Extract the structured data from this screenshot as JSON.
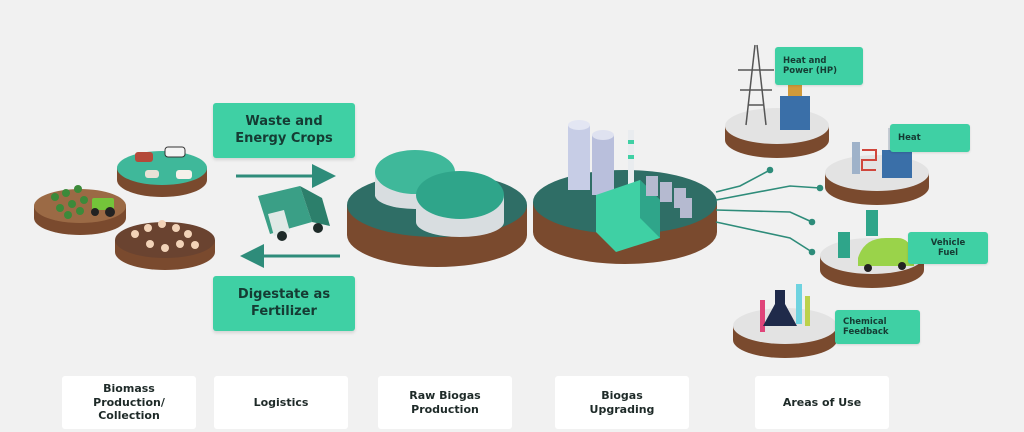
{
  "flow_labels": {
    "waste": "Waste and\nEnergy Crops",
    "digestate": "Digestate as\nFertilizer"
  },
  "uses": [
    {
      "label": "Heat and\nPower (HP)"
    },
    {
      "label": "Heat"
    },
    {
      "label": "Vehicle\nFuel"
    },
    {
      "label": "Chemical\nFeedback"
    }
  ],
  "stages": [
    {
      "label": "Biomass\nProduction/\nCollection"
    },
    {
      "label": "Logistics"
    },
    {
      "label": "Raw Biogas\nProduction"
    },
    {
      "label": "Biogas\nUpgrading"
    },
    {
      "label": "Areas of Use"
    }
  ],
  "colors": {
    "accent": "#3fd0a4",
    "platform_top": "#2f6e66",
    "platform_soil": "#8a5a3c",
    "background": "#f1f1f1"
  }
}
